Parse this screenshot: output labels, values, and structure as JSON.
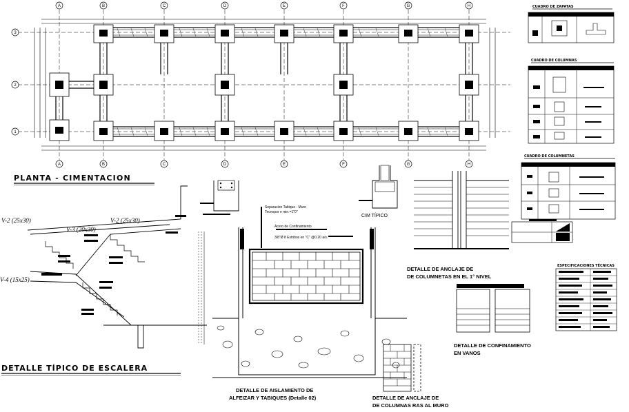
{
  "grid": {
    "columns": [
      "A",
      "B",
      "C",
      "D",
      "E",
      "F",
      "G",
      "H"
    ],
    "rows": [
      "3",
      "2",
      "1"
    ]
  },
  "titles": {
    "plan": "PLANTA - CIMENTACION",
    "stair": "DETALLE TÍPICO DE ESCALERA",
    "insulation_line1": "DETALLE DE AISLAMIENTO DE",
    "insulation_line2": "ALFEIZAR Y TABIQUES (Detalle 02)",
    "anchor_col_line1": "DETALLE DE ANCLAJE DE",
    "anchor_col_line2": "DE COLUMNETAS EN EL 1° NIVEL",
    "confinement_line1": "DETALLE DE CONFINAMIENTO",
    "confinement_line2": "EN VANOS",
    "anchor_wall_line1": "DETALLE DE ANCLAJE DE",
    "anchor_wall_line2": "DE COLUMNAS RAS AL MURO",
    "typical_cim": "CIM TÍPICO",
    "footings_table": "CUADRO DE ZAPATAS",
    "columns_table": "CUADRO DE COLUMNAS",
    "columnetas_table": "CUADRO DE COLUMNETAS",
    "specs_table": "ESPECIFICACIONES TÉCNICAS"
  },
  "stair_labels": {
    "v2_top": "V-2 (25x30)",
    "v2_right": "V-2 (25x30)",
    "v3": "V-3 (20x30)",
    "v4": "V-4 (15x25)"
  },
  "notes": {
    "tabique_line1": "Separacion Tabique - Muro",
    "tabique_line2": "Tecnopor e min.=1\"0\"",
    "confinement_line1": "Acero de Confinamiento",
    "confinement_line2": "3/8\"Ø 8 Estribos en \"C\" @0.20 a/s."
  },
  "colors": {
    "line": "#000000",
    "background": "#ffffff"
  }
}
